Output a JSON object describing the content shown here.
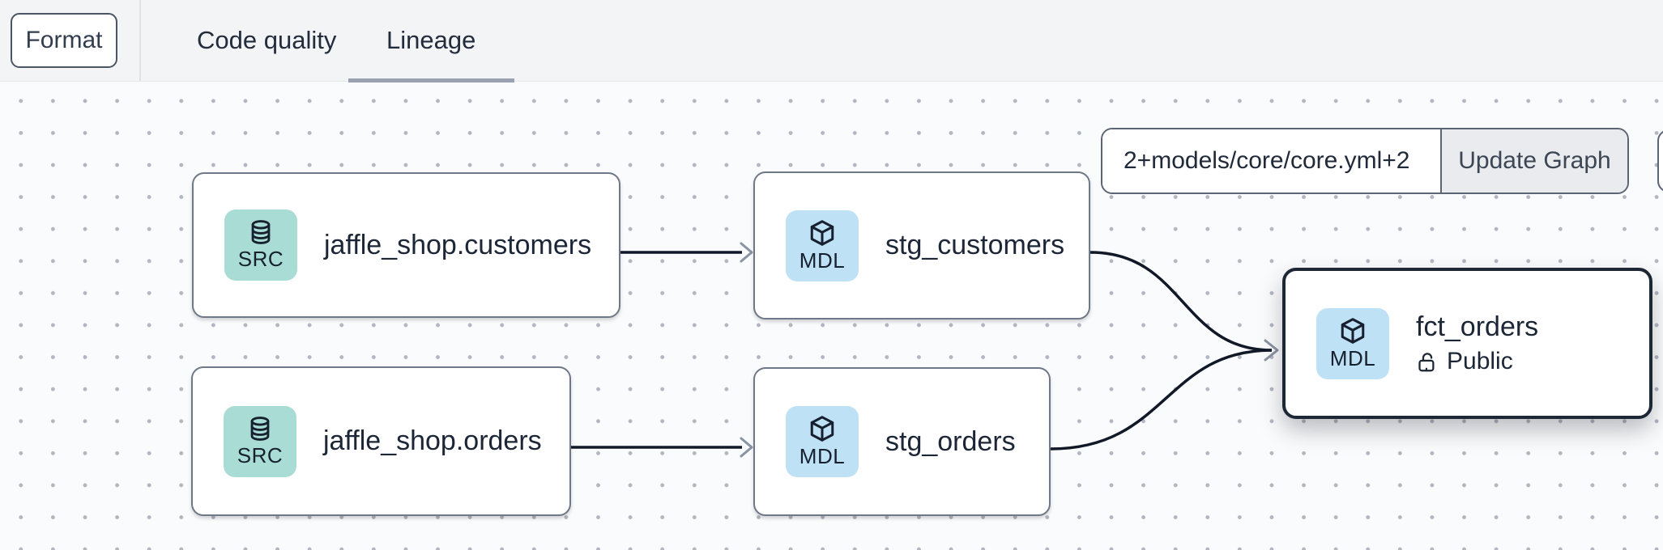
{
  "toolbar": {
    "format_label": "Format"
  },
  "tabs": {
    "code_quality_label": "Code quality",
    "lineage_label": "Lineage",
    "active_tab": "Lineage"
  },
  "graph_controls": {
    "selector_value": "2+models/core/core.yml+2",
    "update_button_label": "Update Graph"
  },
  "nodes": [
    {
      "id": "jaffle_shop_customers",
      "label": "jaffle_shop.customers",
      "type": "SRC",
      "icon": "database-icon",
      "selected": false
    },
    {
      "id": "stg_customers",
      "label": "stg_customers",
      "type": "MDL",
      "icon": "cube-icon",
      "selected": false
    },
    {
      "id": "jaffle_shop_orders",
      "label": "jaffle_shop.orders",
      "type": "SRC",
      "icon": "database-icon",
      "selected": false
    },
    {
      "id": "stg_orders",
      "label": "stg_orders",
      "type": "MDL",
      "icon": "cube-icon",
      "selected": false
    },
    {
      "id": "fct_orders",
      "label": "fct_orders",
      "type": "MDL",
      "icon": "cube-icon",
      "access": "Public",
      "selected": true
    }
  ],
  "edges": [
    {
      "from": "jaffle_shop.customers",
      "to": "stg_customers"
    },
    {
      "from": "jaffle_shop.orders",
      "to": "stg_orders"
    },
    {
      "from": "stg_customers",
      "to": "fct_orders"
    },
    {
      "from": "stg_orders",
      "to": "fct_orders"
    }
  ],
  "colors": {
    "source_badge": "#a9dcd4",
    "model_badge": "#bfe1f6",
    "node_border": "#6f7887",
    "selected_border": "#1d2736",
    "edge": "#111827",
    "arrowhead": "#8a93a2",
    "ink": "#1c2636",
    "tab_underline": "#9aa1b0",
    "topbar_bg": "#f3f4f5",
    "canvas_bg": "#fafbfc"
  }
}
